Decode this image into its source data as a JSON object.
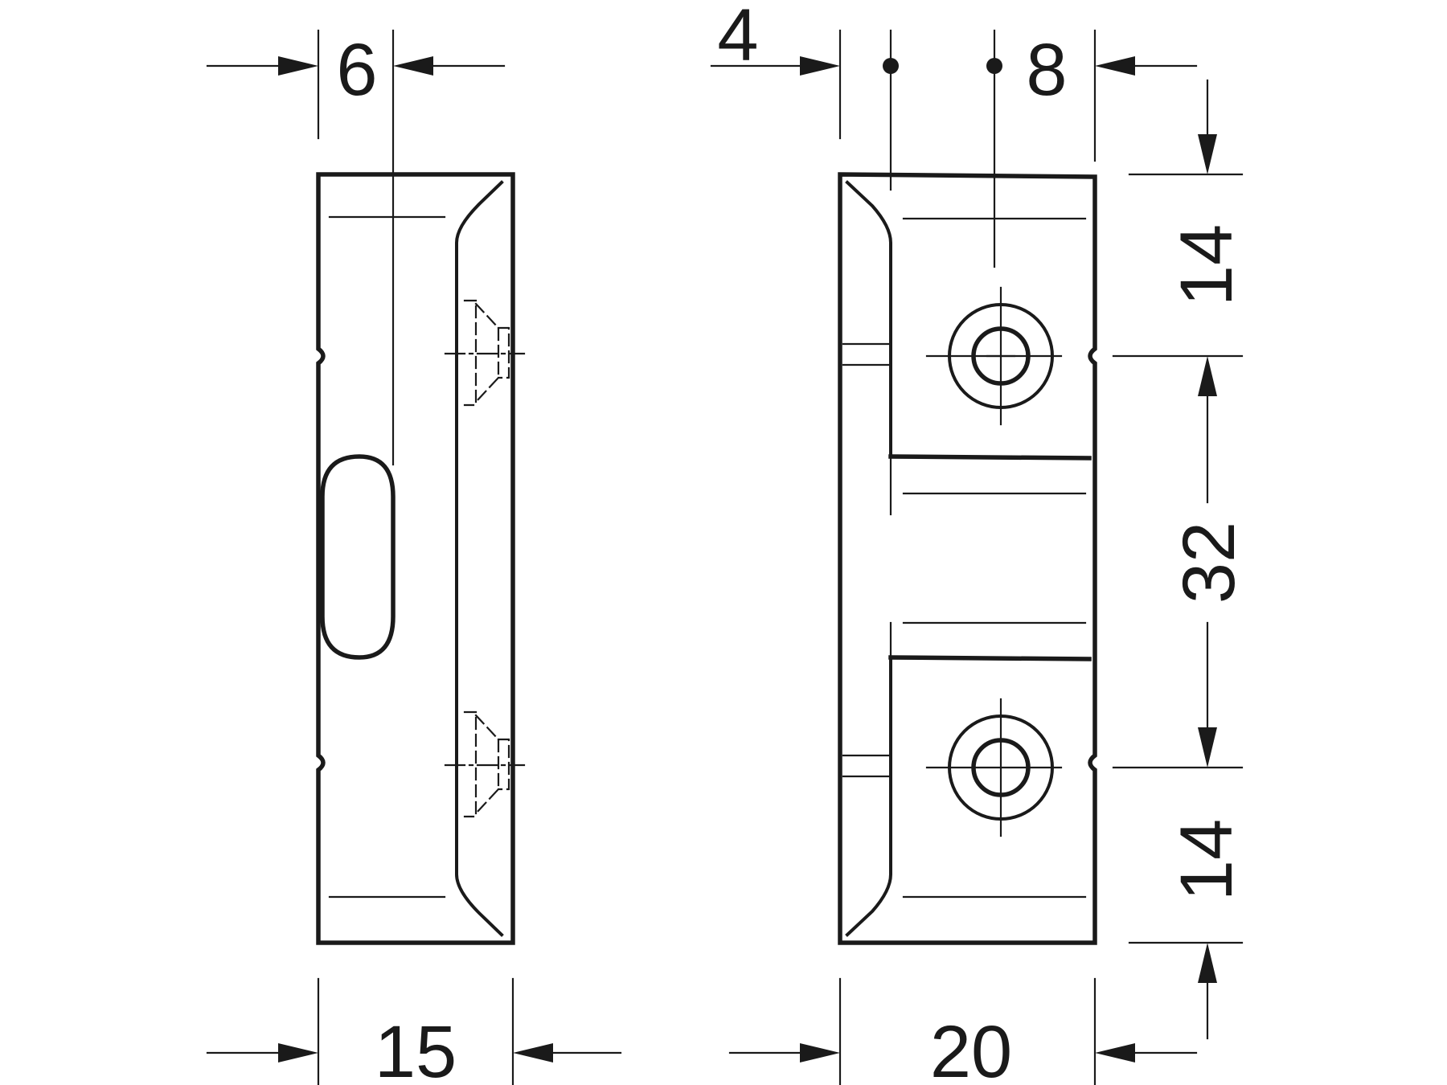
{
  "dimensions": {
    "left_top_width": "6",
    "left_bottom_width": "15",
    "right_top_offset": "4",
    "right_top_hole": "8",
    "right_bottom_width": "20",
    "right_side_top": "14",
    "right_side_mid": "32",
    "right_side_bottom": "14"
  },
  "colors": {
    "line": "#1a1a1a",
    "background": "#ffffff"
  }
}
